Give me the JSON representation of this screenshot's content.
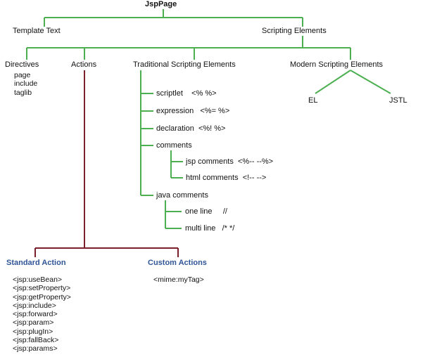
{
  "colors": {
    "tree": "#4caf50",
    "actions_branch": "#7b1f2a",
    "action_headers": "#2f5597"
  },
  "root": "JspPage",
  "level1": {
    "template_text": "Template Text",
    "scripting_elements": "Scripting Elements"
  },
  "directives": {
    "label": "Directives",
    "items": [
      "page",
      "include",
      "taglib"
    ]
  },
  "actions": {
    "label": "Actions"
  },
  "traditional": {
    "label": "Traditional Scripting Elements",
    "scriptlet": {
      "name": "scriptlet",
      "syntax": "<% %>"
    },
    "expression": {
      "name": "expression",
      "syntax": "<%= %>"
    },
    "declaration": {
      "name": "declaration",
      "syntax": "<%! %>"
    },
    "comments": {
      "label": "comments",
      "jsp": {
        "name": "jsp comments",
        "syntax": "<%-- --%>"
      },
      "html": {
        "name": "html comments",
        "syntax": "<!-- -->"
      }
    },
    "java_comments": {
      "label": "java comments",
      "one_line": {
        "name": "one line",
        "syntax": "//"
      },
      "multi_line": {
        "name": "multi line",
        "syntax": "/* */"
      }
    }
  },
  "modern": {
    "label": "Modern Scripting Elements",
    "el": "EL",
    "jstl": "JSTL"
  },
  "standard_action": {
    "label": "Standard Action",
    "items": [
      "<jsp:useBean>",
      "<jsp:setProperty>",
      "<jsp:getProperty>",
      "<jsp:include>",
      "<jsp:forward>",
      "<jsp:param>",
      "<jsp:plugIn>",
      "<jsp:fallBack>",
      "<jsp:params>"
    ]
  },
  "custom_actions": {
    "label": "Custom Actions",
    "example": "<mime:myTag>"
  }
}
